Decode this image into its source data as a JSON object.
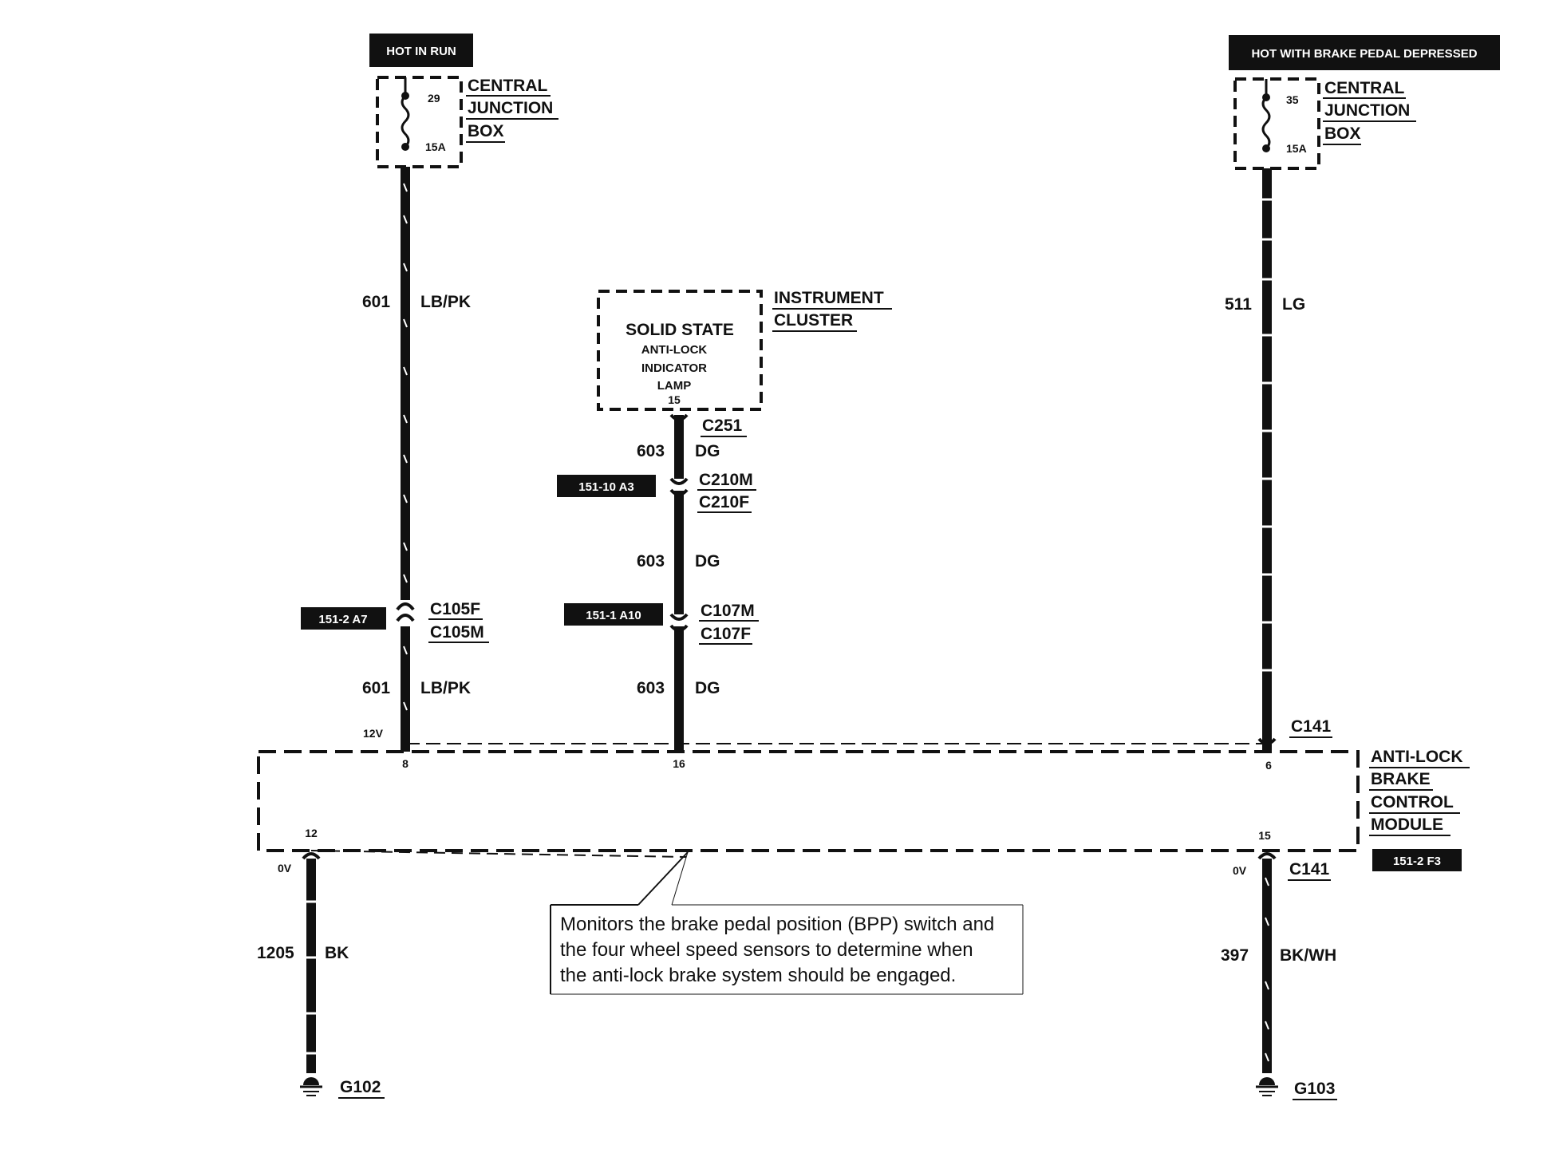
{
  "badges": {
    "hot_in_run": "HOT IN RUN",
    "hot_brake": "HOT WITH BRAKE PEDAL DEPRESSED",
    "ref_c210": "151-10 A3",
    "ref_c105": "151-2 A7",
    "ref_c107": "151-1 A10",
    "ref_module": "151-2 F3"
  },
  "cjb_left": {
    "line1": "CENTRAL",
    "line2": "JUNCTION",
    "line3": "BOX",
    "fuse_number": "29",
    "fuse_rating": "15A"
  },
  "cjb_right": {
    "line1": "CENTRAL",
    "line2": "JUNCTION",
    "line3": "BOX",
    "fuse_number": "35",
    "fuse_rating": "15A"
  },
  "instrument_cluster": {
    "line1": "INSTRUMENT",
    "line2": "CLUSTER",
    "lamp_title": "SOLID STATE",
    "lamp_line1": "ANTI-LOCK",
    "lamp_line2": "INDICATOR",
    "lamp_line3": "LAMP",
    "pin": "15"
  },
  "wires": {
    "w601_top_num": "601",
    "w601_top_color": "LB/PK",
    "w601_bot_num": "601",
    "w601_bot_color": "LB/PK",
    "w603_a_num": "603",
    "w603_a_color": "DG",
    "w603_b_num": "603",
    "w603_b_color": "DG",
    "w603_c_num": "603",
    "w603_c_color": "DG",
    "w511_num": "511",
    "w511_color": "LG",
    "w1205_num": "1205",
    "w1205_color": "BK",
    "w397_num": "397",
    "w397_color": "BK/WH"
  },
  "connectors": {
    "c251": "C251",
    "c210m": "C210M",
    "c210f": "C210F",
    "c105f": "C105F",
    "c105m": "C105M",
    "c107m": "C107M",
    "c107f": "C107F",
    "c141_top": "C141",
    "c141_bot": "C141"
  },
  "module": {
    "line1": "ANTI-LOCK",
    "line2": "BRAKE",
    "line3": "CONTROL",
    "line4": "MODULE",
    "pin_8": "8",
    "pin_16": "16",
    "pin_6": "6",
    "pin_12": "12",
    "pin_15": "15",
    "voltage_12v": "12V",
    "voltage_0v_left": "0V",
    "voltage_0v_right": "0V"
  },
  "grounds": {
    "g102": "G102",
    "g103": "G103"
  },
  "note": {
    "line1": "Monitors the brake pedal position (BPP) switch and",
    "line2": "the four wheel speed sensors to determine when",
    "line3": "the anti-lock brake system  should be engaged."
  }
}
